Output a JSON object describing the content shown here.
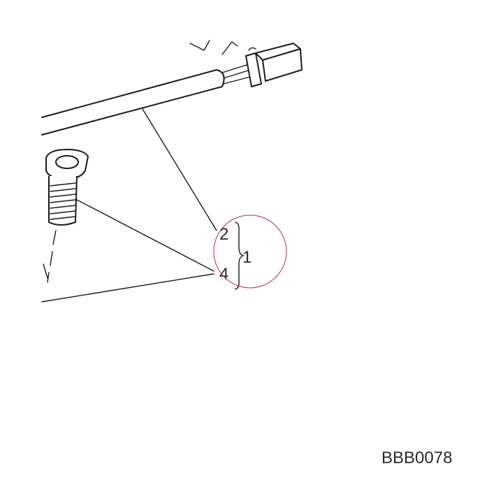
{
  "callouts": {
    "item_a": "2",
    "item_b": "4",
    "group": "1"
  },
  "reference_code": "BBB0078",
  "colors": {
    "line": "#1a1a1a",
    "highlight_circle": "#b03050"
  }
}
